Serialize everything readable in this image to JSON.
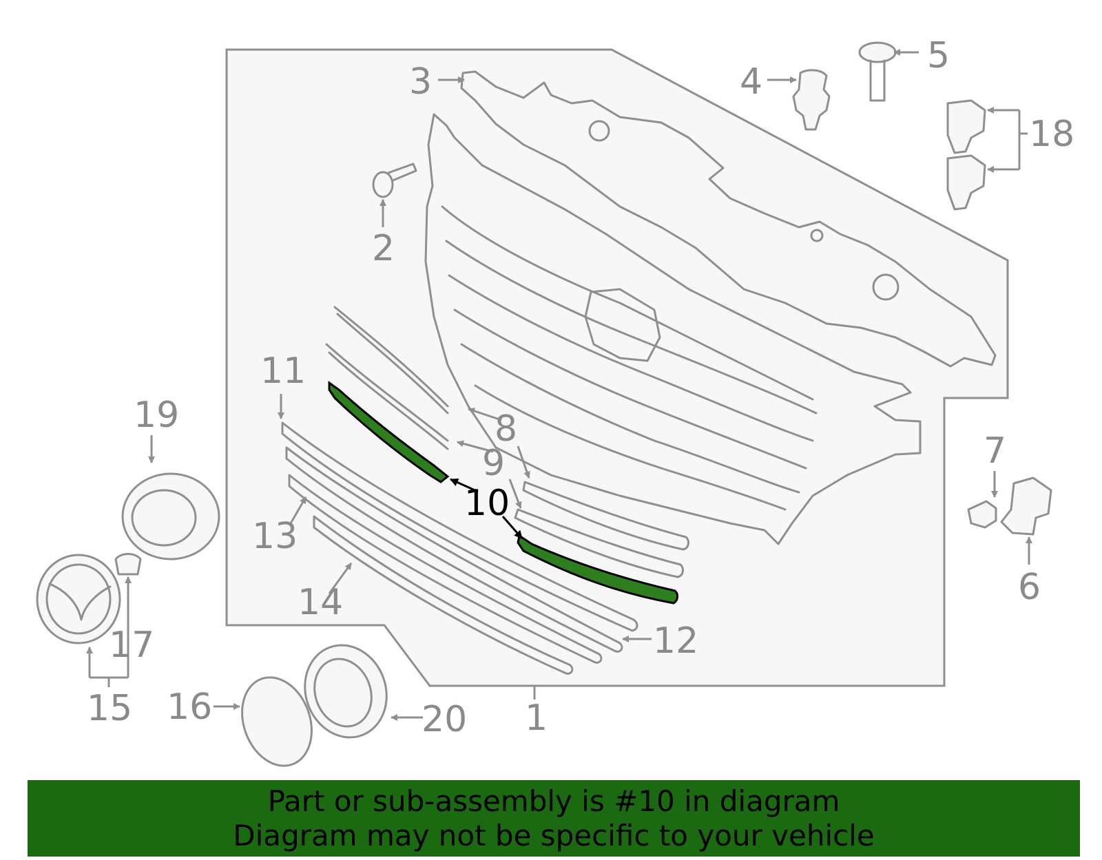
{
  "diagram": {
    "highlighted_part": "10",
    "highlight_color": "#2e7d1f",
    "callouts": [
      {
        "id": "1",
        "label": "1"
      },
      {
        "id": "2",
        "label": "2"
      },
      {
        "id": "3",
        "label": "3"
      },
      {
        "id": "4",
        "label": "4"
      },
      {
        "id": "5",
        "label": "5"
      },
      {
        "id": "6",
        "label": "6"
      },
      {
        "id": "7",
        "label": "7"
      },
      {
        "id": "8",
        "label": "8"
      },
      {
        "id": "9",
        "label": "9"
      },
      {
        "id": "10",
        "label": "10"
      },
      {
        "id": "11",
        "label": "11"
      },
      {
        "id": "12",
        "label": "12"
      },
      {
        "id": "13",
        "label": "13"
      },
      {
        "id": "14",
        "label": "14"
      },
      {
        "id": "15",
        "label": "15"
      },
      {
        "id": "16",
        "label": "16"
      },
      {
        "id": "17",
        "label": "17"
      },
      {
        "id": "18",
        "label": "18"
      },
      {
        "id": "19",
        "label": "19"
      },
      {
        "id": "20",
        "label": "20"
      }
    ]
  },
  "banner": {
    "line1": "Part or sub-assembly is #10 in diagram",
    "line2": "Diagram may not be specific to your vehicle",
    "background": "#1b6a12"
  }
}
